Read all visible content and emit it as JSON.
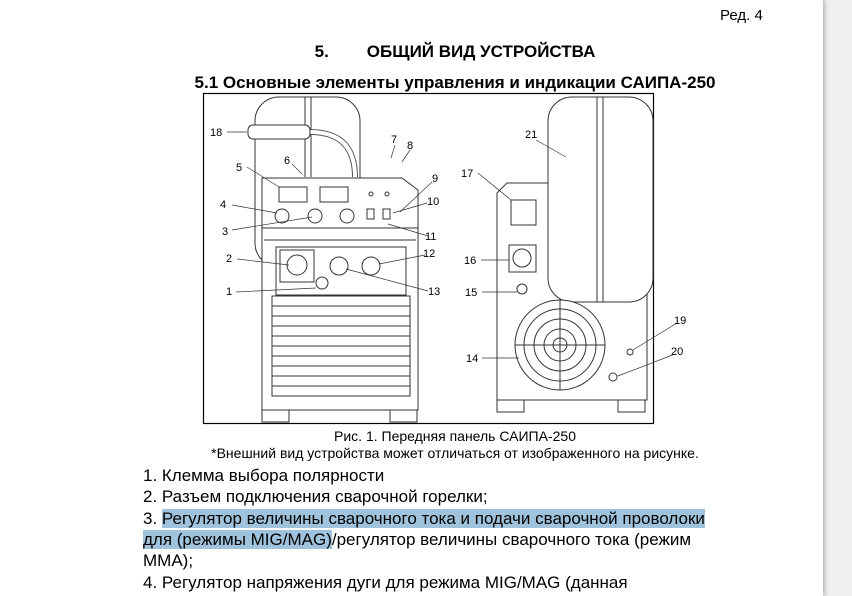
{
  "header": {
    "revision": "Ред. 4"
  },
  "section": {
    "number": "5.",
    "title": "ОБЩИЙ ВИД УСТРОЙСТВА"
  },
  "subsection": {
    "title": "5.1 Основные элементы управления и индикации САИПА-250"
  },
  "figure": {
    "labels": {
      "l1": "1",
      "l2": "2",
      "l3": "3",
      "l4": "4",
      "l5": "5",
      "l6": "6",
      "l7": "7",
      "l8": "8",
      "l9": "9",
      "l10": "10",
      "l11": "11",
      "l12": "12",
      "l13": "13",
      "l14": "14",
      "l15": "15",
      "l16": "16",
      "l17": "17",
      "l18": "18",
      "l19": "19",
      "l20": "20",
      "l21": "21"
    },
    "caption": "Рис. 1. Передняя панель САИПА-250",
    "note": "*Внешний вид устройства может отличаться от изображенного на рисунке."
  },
  "list": {
    "item1": "1. Клемма выбора полярности",
    "item2": "2. Разъем подключения сварочной горелки;",
    "item3_prefix": "3. ",
    "item3_selected_a": "Регулятор величины сварочного тока и подачи сварочной проволоки",
    "item3_selected_b": "для (режимы MIG/MAG)",
    "item3_rest": "/регулятор величины сварочного тока (режим",
    "item3_end": "MMA);",
    "item4": "4. Регулятор напряжения дуги для режима MIG/MAG (данная"
  },
  "colors": {
    "selection": "#9fc3dc"
  }
}
